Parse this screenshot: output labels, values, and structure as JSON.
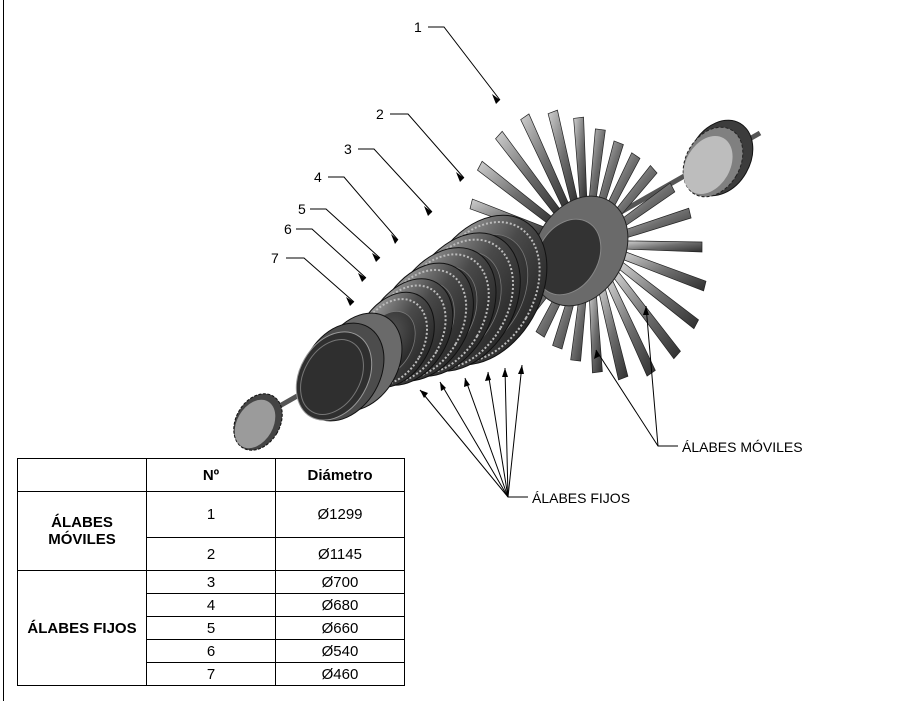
{
  "callouts": [
    "1",
    "2",
    "3",
    "4",
    "5",
    "6",
    "7"
  ],
  "labels": {
    "moving_blades": "ÁLABES MÓVILES",
    "fixed_blades": "ÁLABES FIJOS"
  },
  "table": {
    "headers": [
      "",
      "Nº",
      "Diámetro"
    ],
    "groups": [
      {
        "name_line1": "ÁLABES",
        "name_line2": "MÓVILES",
        "rows": [
          {
            "n": "1",
            "d": "Ø1299"
          },
          {
            "n": "2",
            "d": "Ø1145"
          }
        ]
      },
      {
        "name": "ÁLABES FIJOS",
        "rows": [
          {
            "n": "3",
            "d": "Ø700"
          },
          {
            "n": "4",
            "d": "Ø680"
          },
          {
            "n": "5",
            "d": "Ø660"
          },
          {
            "n": "6",
            "d": "Ø540"
          },
          {
            "n": "7",
            "d": "Ø460"
          }
        ]
      }
    ]
  },
  "colors": {
    "metal_dark": "#3a3a3a",
    "metal_mid": "#7a7a7a",
    "metal_light": "#c8c8c8",
    "line": "#000000"
  }
}
